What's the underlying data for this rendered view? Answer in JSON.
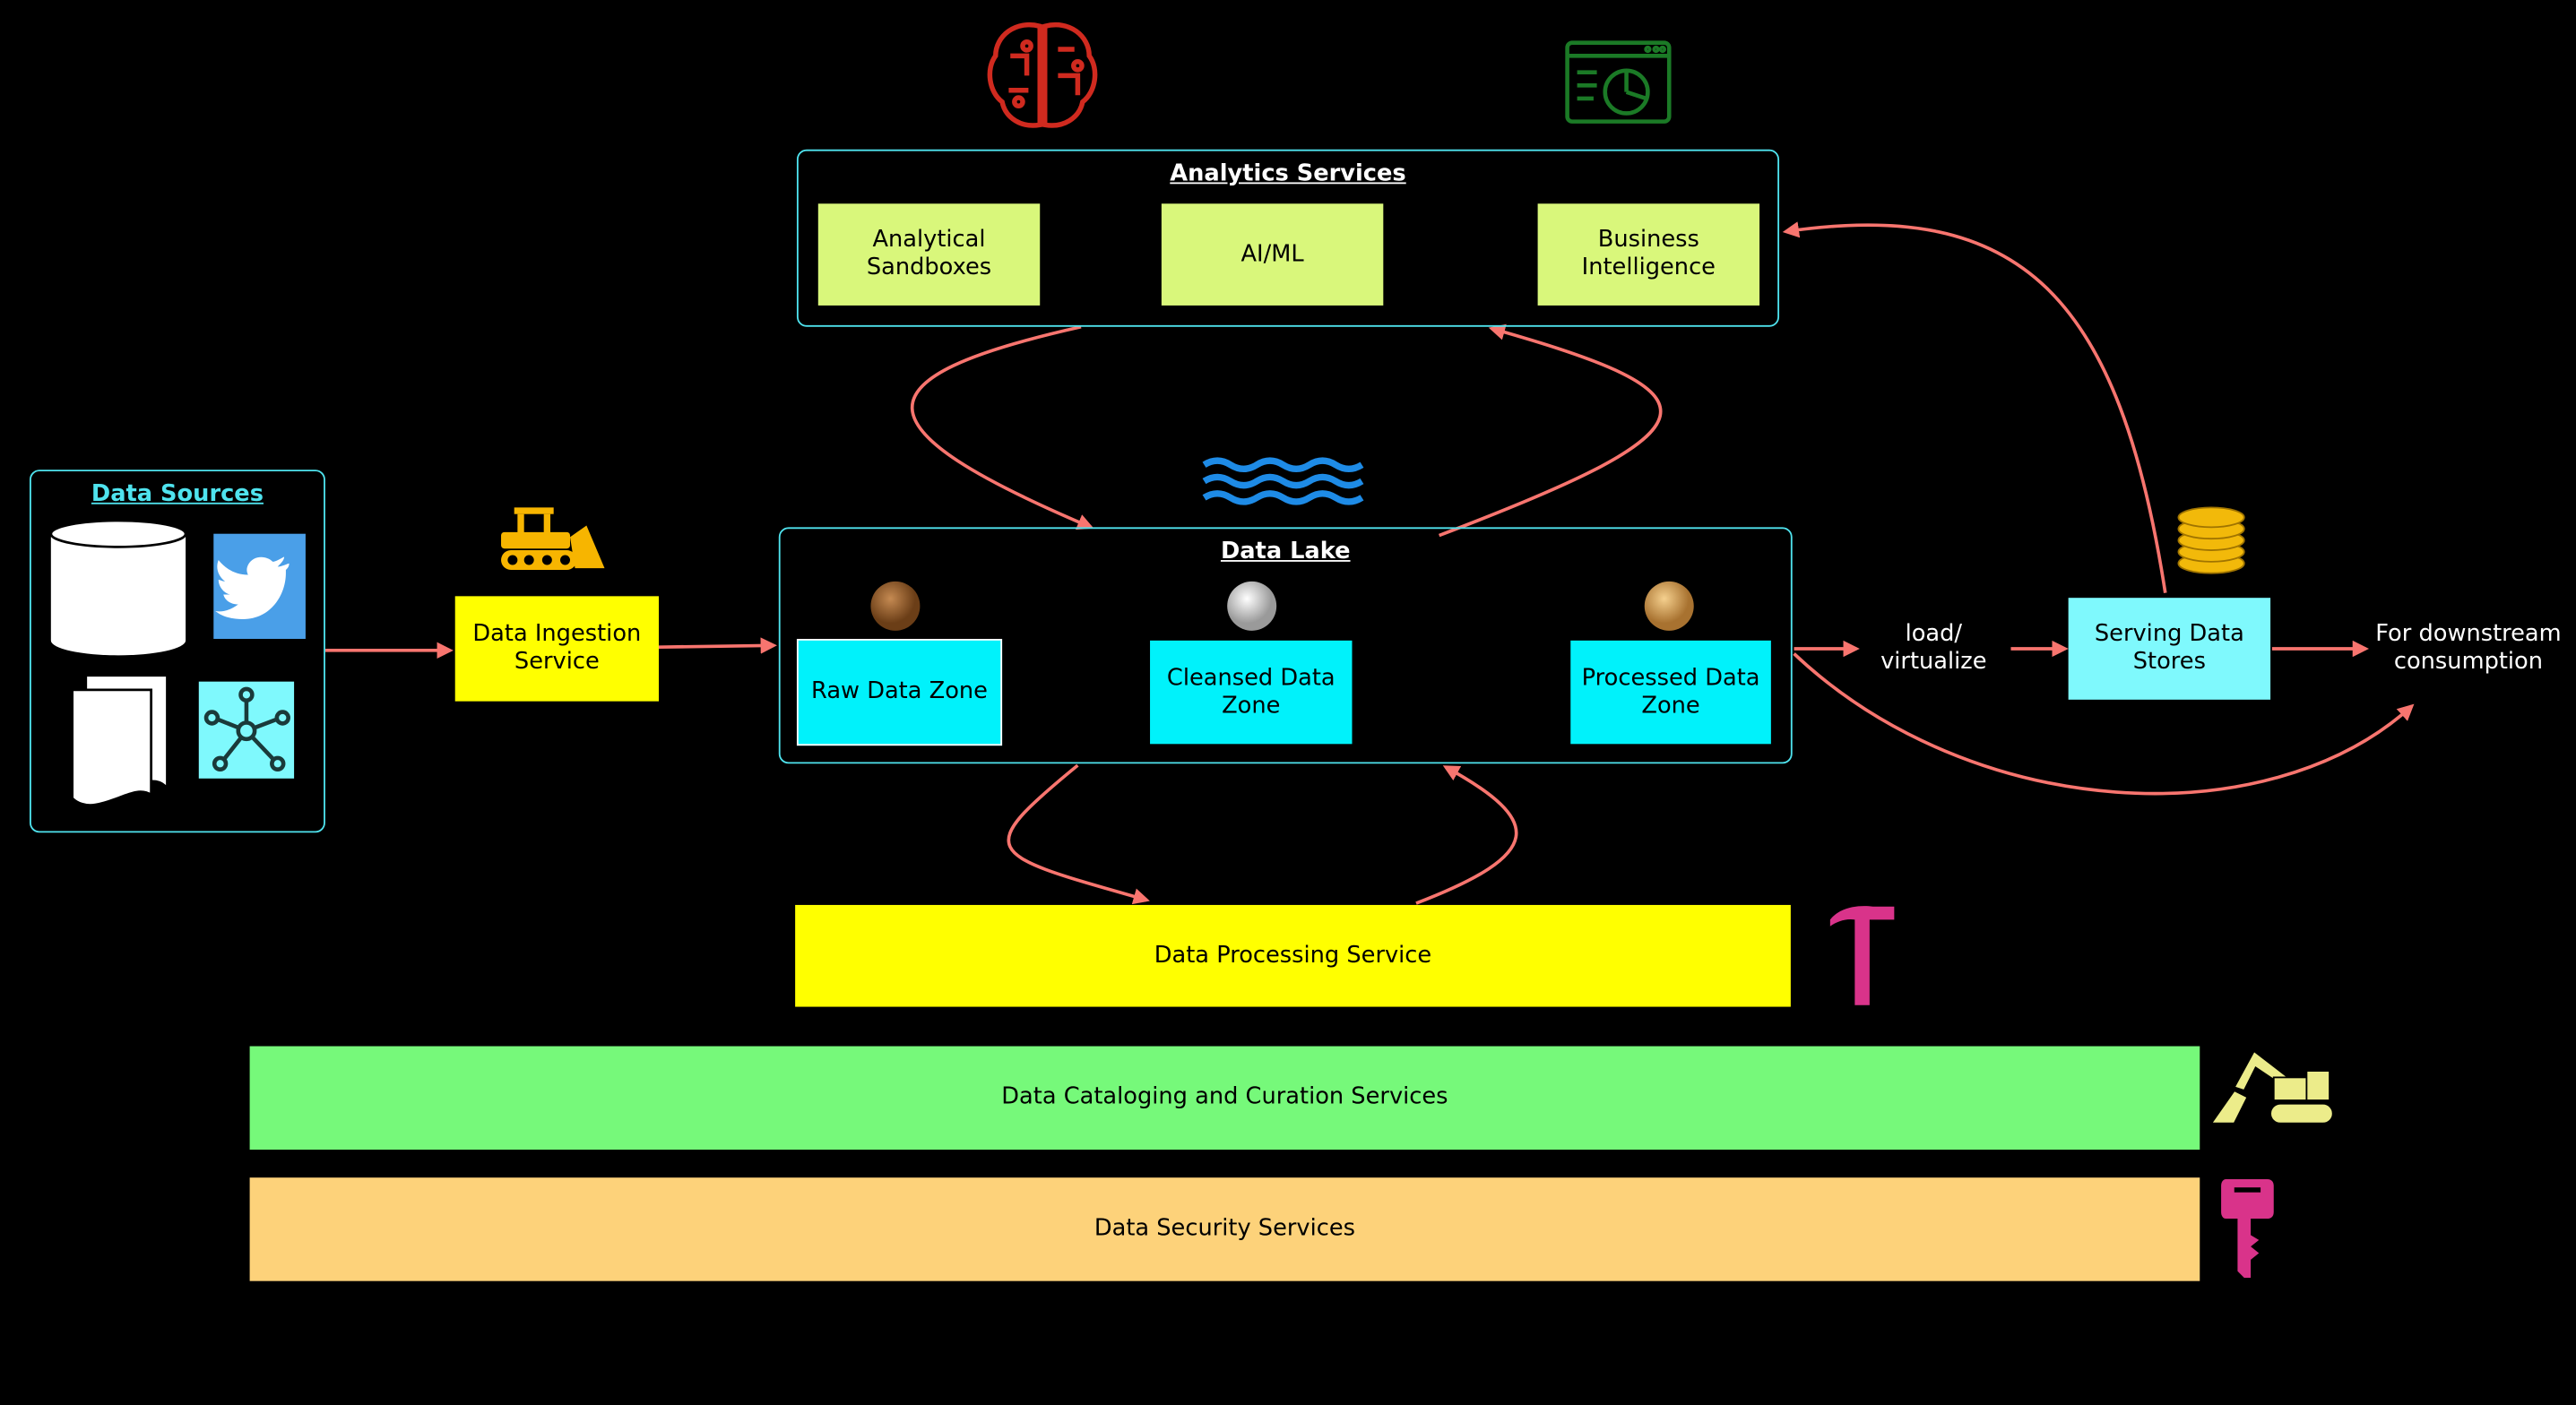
{
  "colors": {
    "background": "#000000",
    "group_border": "#4fe3ee",
    "arrow": "#f8756f",
    "analytics_box": "#d9f77b",
    "zone_box": "#00f2fb",
    "yellow": "#ffff00",
    "green_bar": "#76f97a",
    "orange_bar": "#fdd27a",
    "serving": "#7ff9fd"
  },
  "analytics": {
    "title": "Analytics Services",
    "items": [
      {
        "label": "Analytical\nSandboxes"
      },
      {
        "label": "AI/ML"
      },
      {
        "label": "Business\nIntelligence"
      }
    ]
  },
  "data_sources": {
    "title": "Data Sources"
  },
  "ingestion": {
    "label": "Data Ingestion\nService"
  },
  "lake": {
    "title": "Data Lake",
    "zones": [
      {
        "label": "Raw Data Zone",
        "dot_color": "#8a5a2b"
      },
      {
        "label": "Cleansed Data\nZone",
        "dot_color": "#d8d8d8"
      },
      {
        "label": "Processed Data\nZone",
        "dot_color": "#d9a85b"
      }
    ]
  },
  "load_label": "load/\nvirtualize",
  "serving": {
    "label": "Serving Data\nStores"
  },
  "downstream": "For downstream\nconsumption",
  "processing": {
    "label": "Data Processing Service"
  },
  "cataloging": {
    "label": "Data Cataloging and Curation Services"
  },
  "security": {
    "label": "Data Security Services"
  },
  "icons": [
    "brain-circuit-icon",
    "dashboard-chart-icon",
    "bulldozer-icon",
    "waves-icon",
    "coin-stack-icon",
    "hammer-icon",
    "excavator-icon",
    "key-icon",
    "database-cylinder-icon",
    "twitter-bird-icon",
    "documents-icon",
    "network-graph-icon"
  ]
}
